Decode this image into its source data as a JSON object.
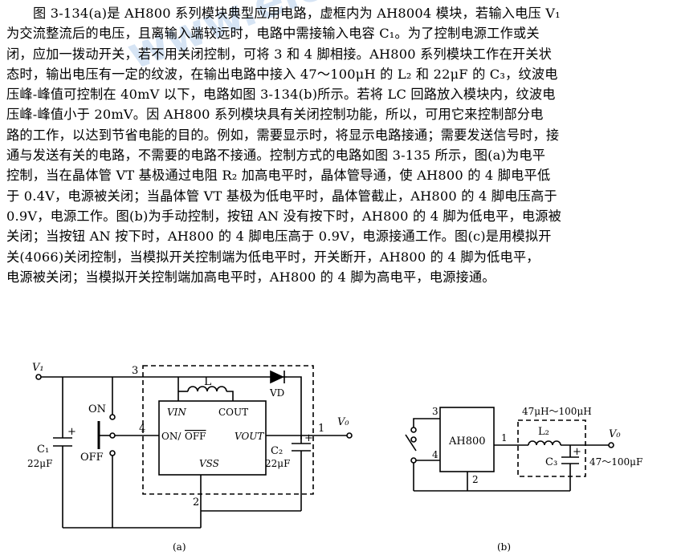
{
  "paragraph": {
    "lines": [
      "图 3-134(a)是 AH800 系列模块典型应用电路，虚框内为 AH8004 模块，若输入电压 V₁",
      "为交流整流后的电压，且离输入端较远时，电路中需接输入电容 C₁。为了控制电源工作或关",
      "闭，应加一拨动开关，若不用关闭控制，可将 3 和 4 脚相接。AH800 系列模块工作在开关状",
      "态时，输出电压有一定的纹波，在输出电路中接入 47～100μH 的 L₂ 和 22μF 的 C₃，纹波电",
      "压峰-峰值可控制在 40mV 以下，电路如图 3-134(b)所示。若将 LC 回路放入模块内，纹波电",
      "压峰-峰值小于 20mV。因 AH800 系列模块具有关闭控制功能，所以，可用它来控制部分电",
      "路的工作，以达到节省电能的目的。例如，需要显示时，将显示电路接通；需要发送信号时，接",
      "通与发送有关的电路，不需要的电路不接通。控制方式的电路如图 3-135 所示，图(a)为电平",
      "控制，当在晶体管 VT 基极通过电阻 R₂ 加高电平时，晶体管导通，使 AH800 的 4 脚电平低",
      "于 0.4V，电源被关闭；当晶体管 VT 基极为低电平时，晶体管截止，AH800 的 4 脚电压高于",
      "0.9V，电源工作。图(b)为手动控制，按钮 AN 没有按下时，AH800 的 4 脚为低电平，电源被",
      "关闭；当按钮 AN 按下时，AH800 的 4 脚电压高于 0.9V，电源接通工作。图(c)是用模拟开",
      "关(4066)关闭控制，当模拟开关控制端为低电平时，开关断开，AH800 的 4 脚为低电平，",
      "电源被关闭；当模拟开关控制端加高电平时，AH800 的 4 脚为高电平，电源接通。"
    ]
  },
  "watermark": "www.elecfans.com",
  "figure_a": {
    "caption": "(a)",
    "labels": {
      "v1": "V₁",
      "pin3": "3",
      "pin4": "4",
      "pin1": "1",
      "pin2": "2",
      "inductor": "L",
      "diode": "VD",
      "on": "ON",
      "off": "OFF",
      "vin": "VIN",
      "cout": "COUT",
      "onoff_on": "ON/",
      "onoff_off": "OFF",
      "vout": "VOUT",
      "vss": "VSS",
      "vo": "V₀",
      "c1": "C₁",
      "c1_value": "22μF",
      "c2": "C₂",
      "c2_value": "22μF",
      "plus": "+"
    }
  },
  "figure_b": {
    "caption": "(b)",
    "labels": {
      "module": "AH800",
      "pin3": "3",
      "pin4": "4",
      "pin1": "1",
      "pin2": "2",
      "range": "47μH～100μH",
      "l2": "L₂",
      "c3": "C₃",
      "c3_value": "47～100μF",
      "vo": "V₀",
      "plus": "+"
    }
  }
}
